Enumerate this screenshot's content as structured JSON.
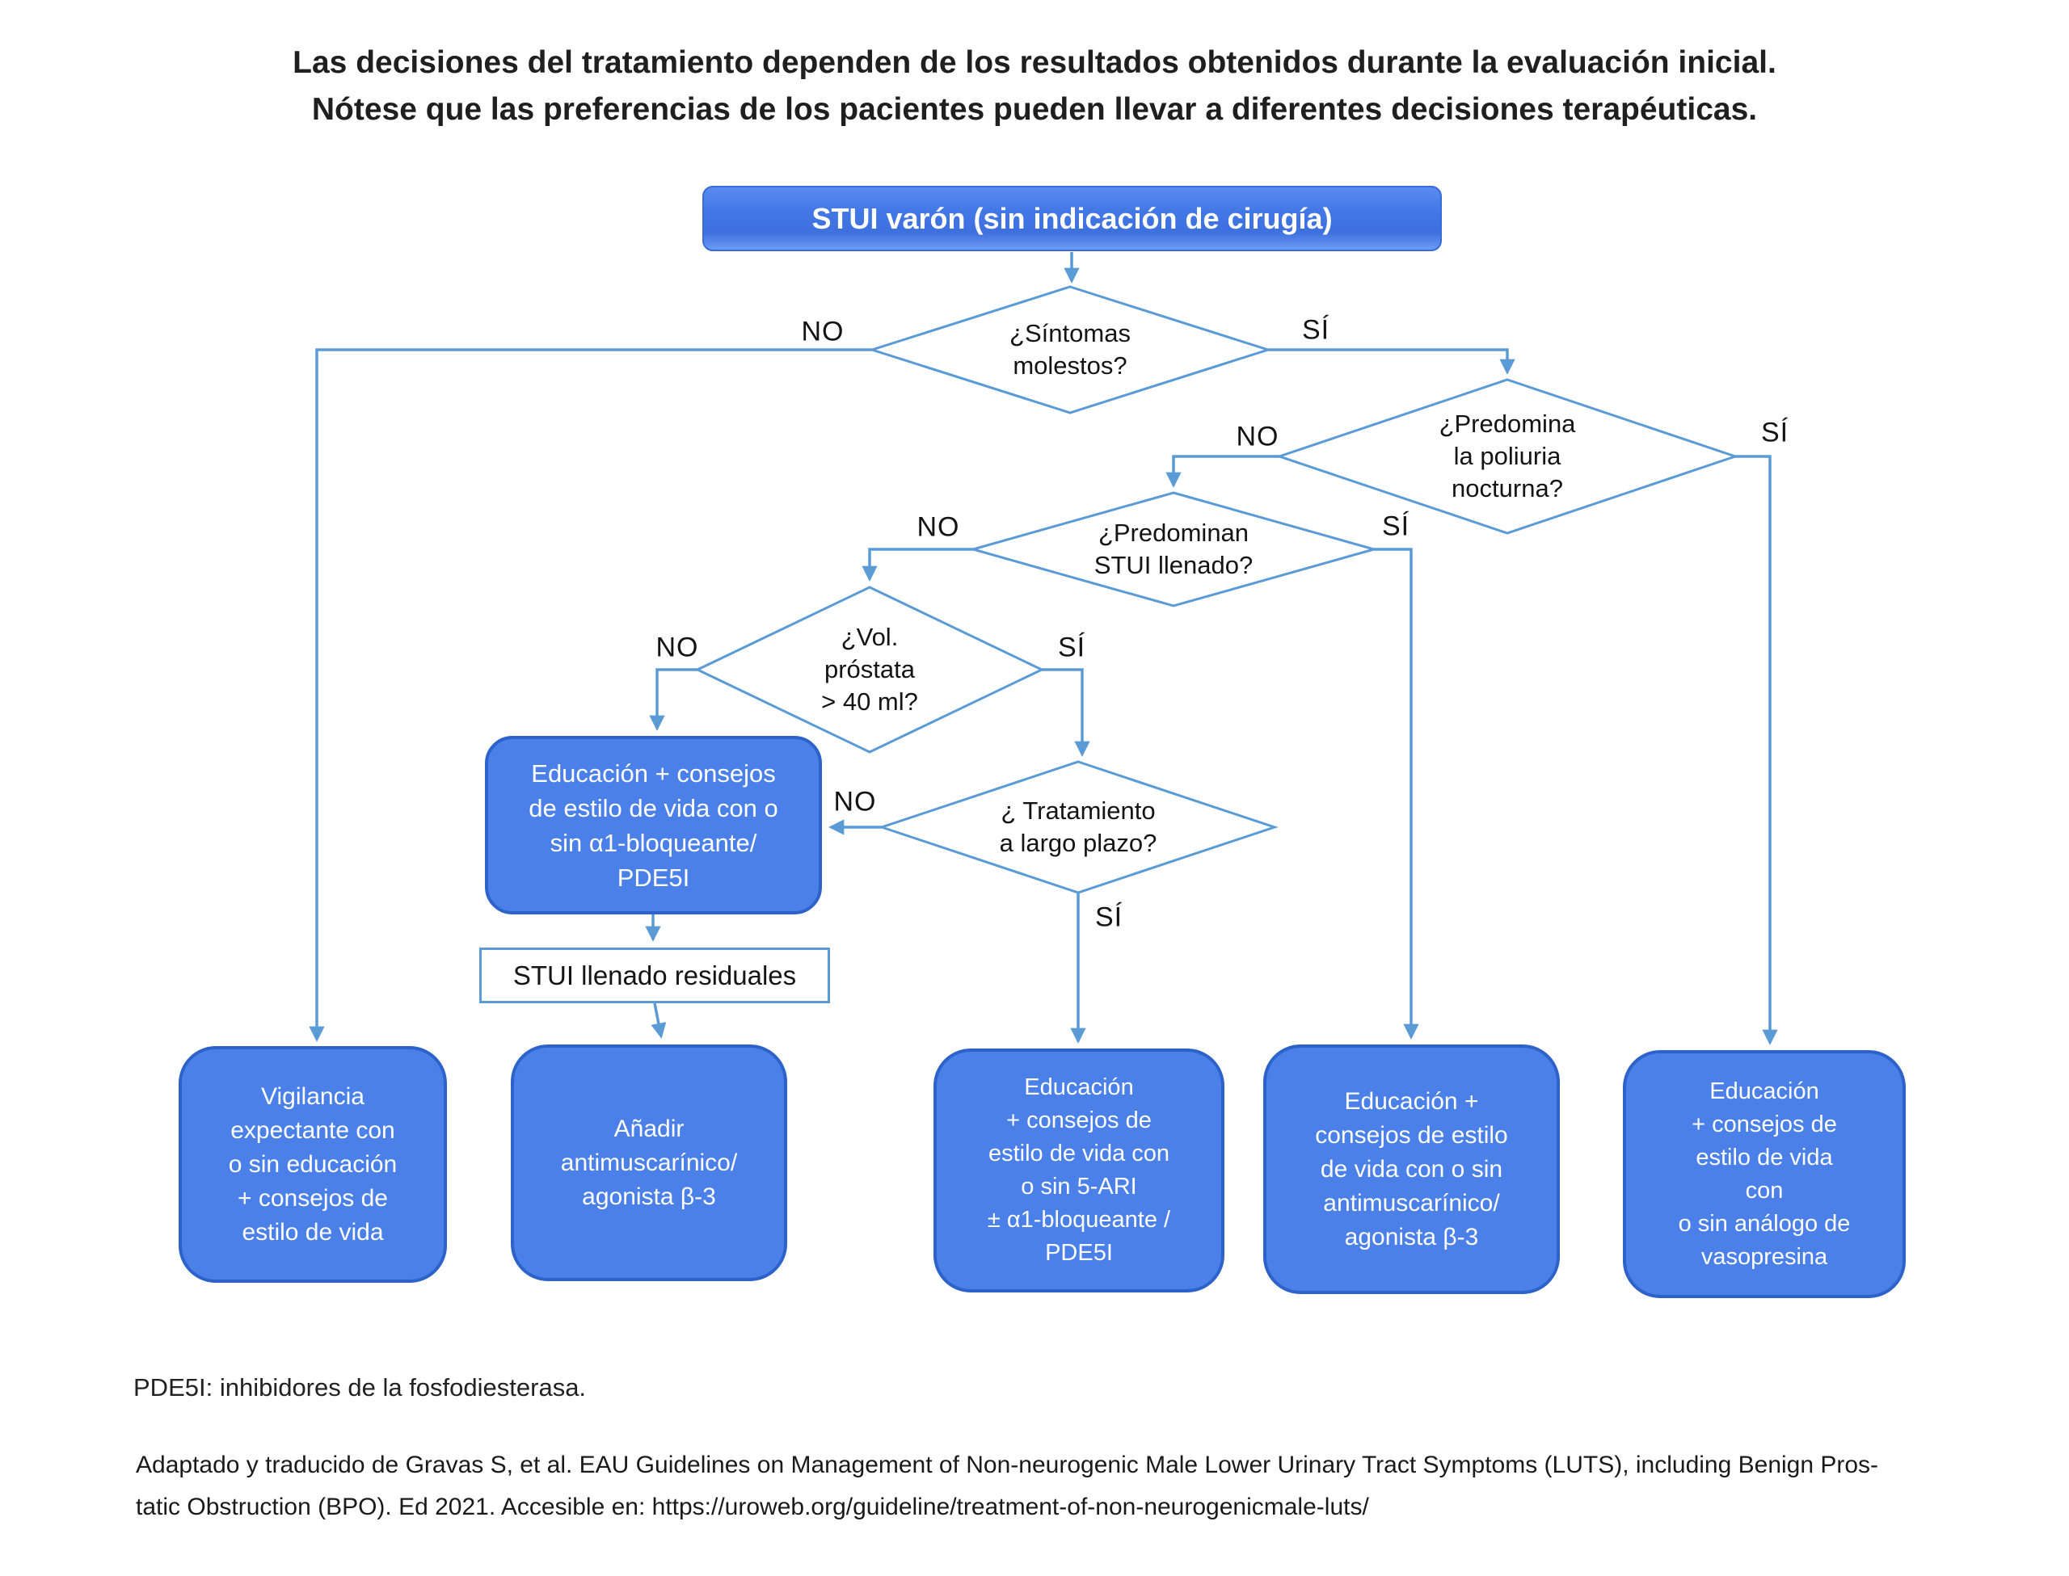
{
  "colors": {
    "node_fill": "#4a80e8",
    "node_border": "#2c62c9",
    "connector_blue": "#5b9bd5",
    "start_gradient_top": "#5a8cf0",
    "start_gradient_bottom": "#6b9cf4",
    "text_dark": "#1c1c1c",
    "node_text": "#ffffff"
  },
  "title": {
    "line1": "Las decisiones del tratamiento dependen de los resultados obtenidos durante la evaluación inicial.",
    "line2": "Nótese que las preferencias de los pacientes pueden llevar a diferentes decisiones terapéuticas."
  },
  "labels": {
    "no": "NO",
    "yes": "SÍ"
  },
  "nodes": {
    "start": "STUI varón (sin indicación de cirugía)",
    "d_sintomas": "¿Síntomas\nmolestos?",
    "d_poliuria": "¿Predomina\nla poliuria\nnocturna?",
    "d_llenado": "¿Predominan\nSTUI llenado?",
    "d_volumen": "¿Vol.\npróstata\n> 40 ml?",
    "d_tratamiento": "¿ Tratamiento\na largo plazo?",
    "educacion_alfa": "Educación + consejos\nde estilo de vida con o\nsin α1-bloqueante/\nPDE5I",
    "stui_residuales": "STUI llenado residuales",
    "vigilancia": "Vigilancia\nexpectante con\no sin educación\n+ consejos de\nestilo de vida",
    "anadir": "Añadir\nantimuscarínico/\nagonista β-3",
    "educacion_5ari": "Educación\n+ consejos de\nestilo de vida con\no sin 5-ARI\n± α1-bloqueante /\nPDE5I",
    "educacion_antimusc": "Educación +\nconsejos de estilo\nde vida con o sin\nantimuscarínico/\nagonista β-3",
    "educacion_vasopresina": "Educación\n+ consejos de\nestilo de vida\ncon\no sin análogo de\nvasopresina"
  },
  "footer": {
    "note": "PDE5I: inhibidores de la fosfodiesterasa.",
    "citation": "Adaptado y traducido de Gravas S, et al. EAU Guidelines on Management of Non-neurogenic Male Lower Urinary Tract Symptoms (LUTS), including Benign Pros-\ntatic Obstruction (BPO). Ed 2021. Accesible en: https://uroweb.org/guideline/treatment-of-non-neurogenicmale-luts/"
  }
}
